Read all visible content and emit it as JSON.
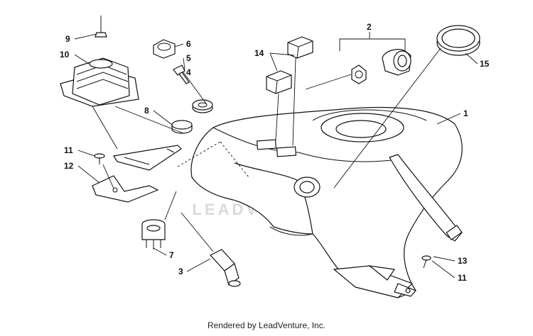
{
  "watermark": "LEADVENTURE",
  "footer": "Rendered by LeadVenture, Inc.",
  "callouts": {
    "c1": "1",
    "c2": "2",
    "c3": "3",
    "c4": "4",
    "c5": "5",
    "c6": "6",
    "c7": "7",
    "c8": "8",
    "c9": "9",
    "c10": "10",
    "c11a": "11",
    "c11b": "11",
    "c12": "12",
    "c13": "13",
    "c14": "14",
    "c15": "15"
  }
}
